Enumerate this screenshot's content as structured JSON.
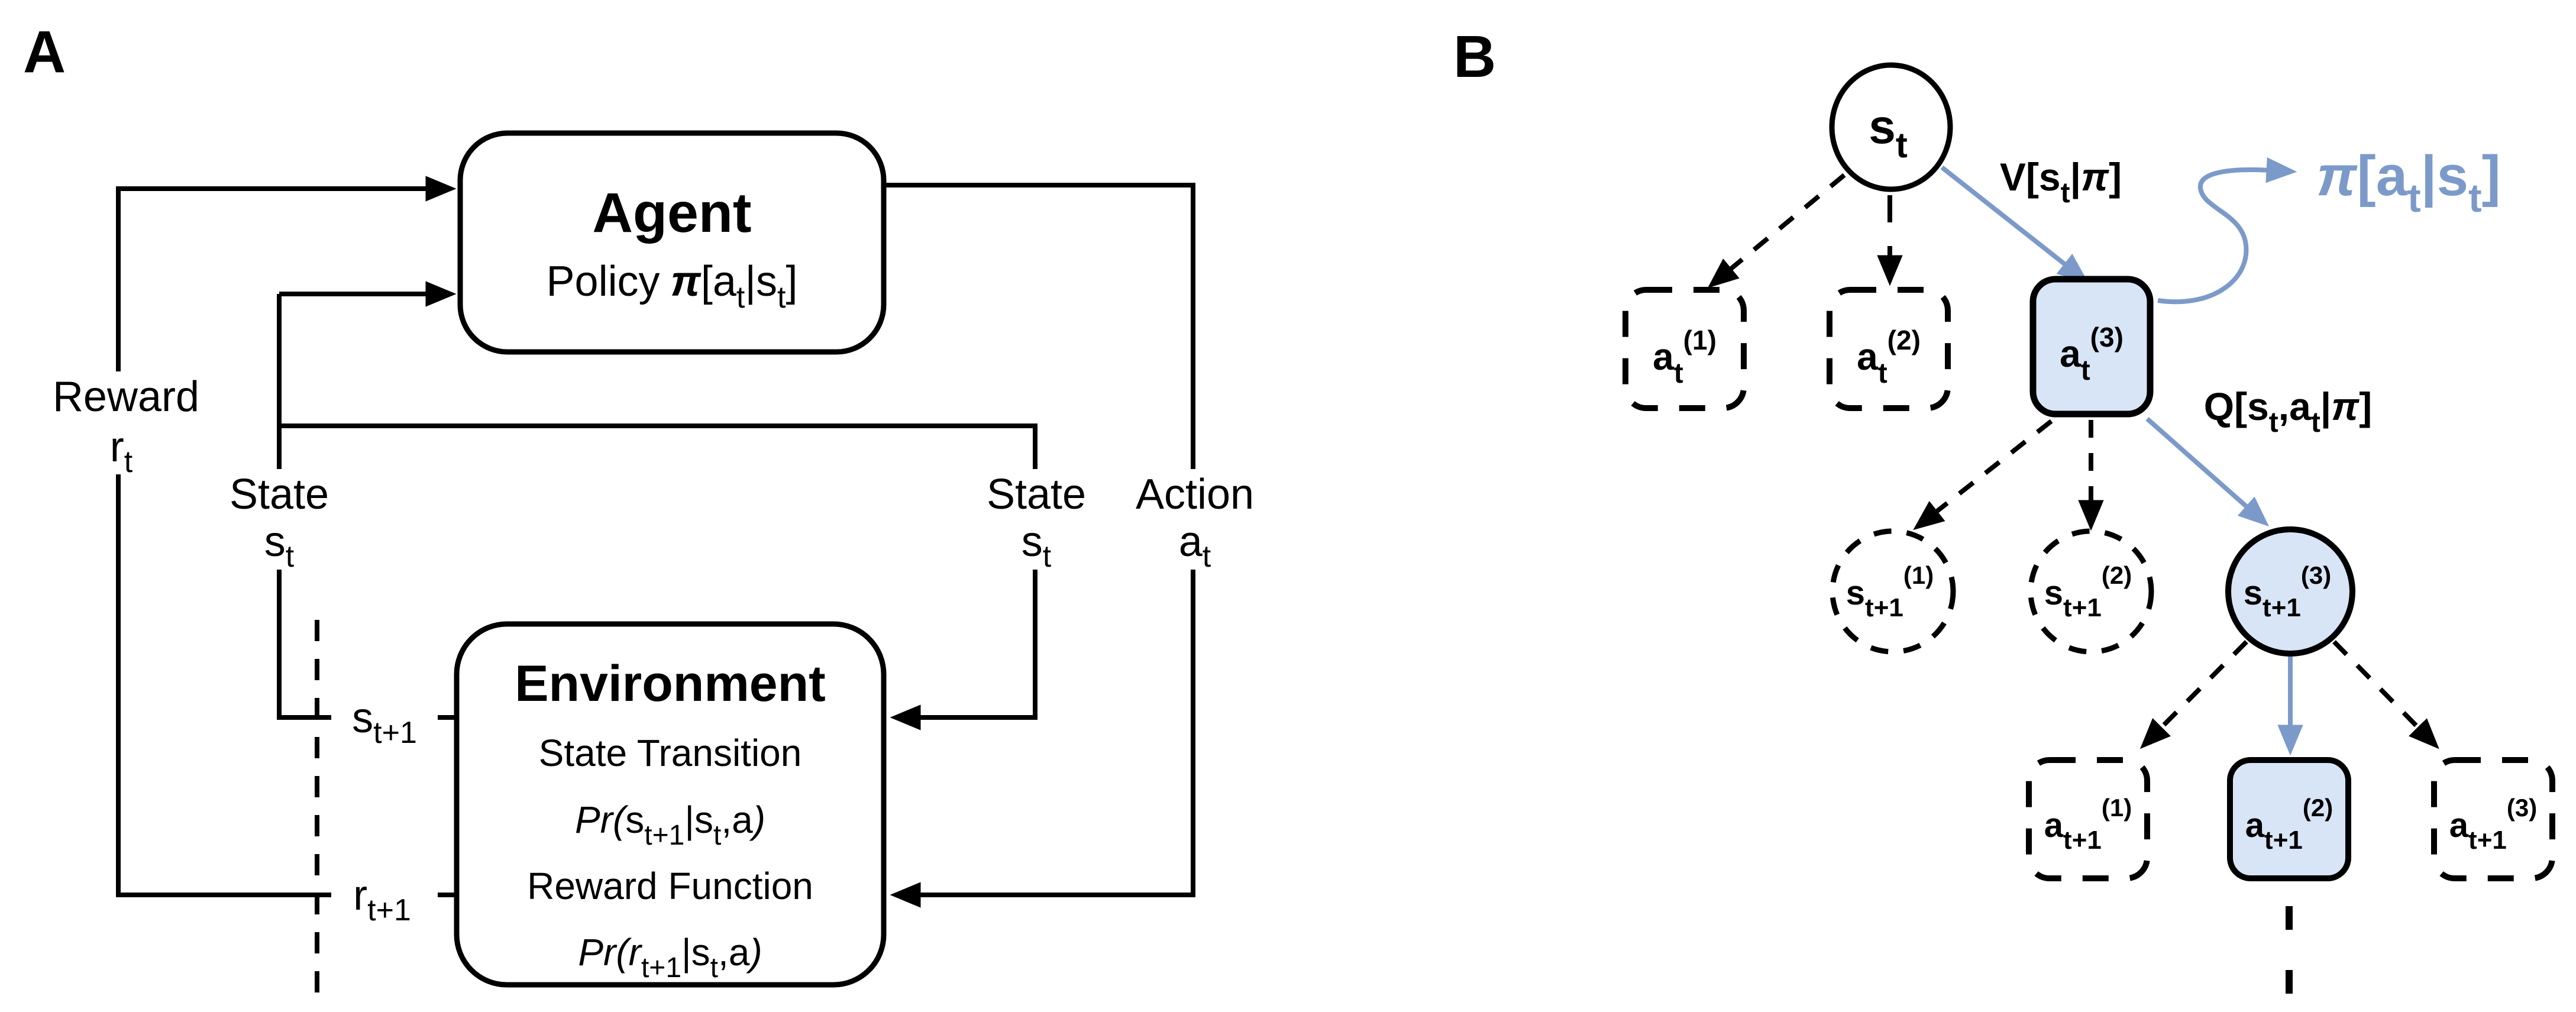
{
  "colors": {
    "accent": "#7C9AC9",
    "node-fill": "#D8E5F7",
    "ink": "#000000",
    "bg": "#FFFFFF"
  },
  "figure": {
    "panel_a": {
      "label": "A",
      "agent": {
        "title": "Agent",
        "policy": {
          "prefix": "Policy",
          "pi": "π",
          "open": "[a",
          "sub_a": "t",
          "bar": "|s",
          "sub_s": "t",
          "close": "]"
        }
      },
      "environment": {
        "title": "Environment",
        "state_transition_caption": "State Transition",
        "state_transition_formula": {
          "pr": "Pr(",
          "v": "s",
          "sub1": "t+1",
          "bar": "|s",
          "sub2": "t",
          "comma": ",a",
          "close": ")"
        },
        "reward_function_caption": "Reward Function",
        "reward_function_formula": {
          "pr": "Pr(",
          "v": "r",
          "sub1": "t+1",
          "bar": "|s",
          "sub2": "t",
          "comma": ",a",
          "close": ")"
        }
      },
      "labels": {
        "reward": {
          "word": "Reward",
          "sym": "r",
          "sub": "t"
        },
        "state_left": {
          "word": "State",
          "sym": "s",
          "sub": "t"
        },
        "state_right": {
          "word": "State",
          "sym": "s",
          "sub": "t"
        },
        "action": {
          "word": "Action",
          "sym": "a",
          "sub": "t"
        },
        "next_state": {
          "sym": "s",
          "sub": "t+1"
        },
        "next_reward": {
          "sym": "r",
          "sub": "t+1"
        }
      }
    },
    "panel_b": {
      "label": "B",
      "root": {
        "sym": "s",
        "sub": "t"
      },
      "value_label": {
        "head": "V[s",
        "sub": "t",
        "bar": "|",
        "pi": "π",
        "close": "]"
      },
      "policy_label": {
        "pi": "π",
        "open": "[a",
        "sub1": "t",
        "bar": "|s",
        "sub2": "t",
        "close": "]"
      },
      "q_label": {
        "head": "Q[s",
        "sub1": "t",
        "comma": ",a",
        "sub2": "t",
        "bar": "|",
        "pi": "π",
        "close": "]"
      },
      "actions_t": [
        {
          "sym": "a",
          "sub": "t",
          "sup": "(1)"
        },
        {
          "sym": "a",
          "sub": "t",
          "sup": "(2)"
        },
        {
          "sym": "a",
          "sub": "t",
          "sup": "(3)"
        }
      ],
      "states_t1": [
        {
          "sym": "s",
          "sub": "t+1",
          "sup": "(1)"
        },
        {
          "sym": "s",
          "sub": "t+1",
          "sup": "(2)"
        },
        {
          "sym": "s",
          "sub": "t+1",
          "sup": "(3)"
        }
      ],
      "actions_t1": [
        {
          "sym": "a",
          "sub": "t+1",
          "sup": "(1)"
        },
        {
          "sym": "a",
          "sub": "t+1",
          "sup": "(2)"
        },
        {
          "sym": "a",
          "sub": "t+1",
          "sup": "(3)"
        }
      ]
    }
  }
}
